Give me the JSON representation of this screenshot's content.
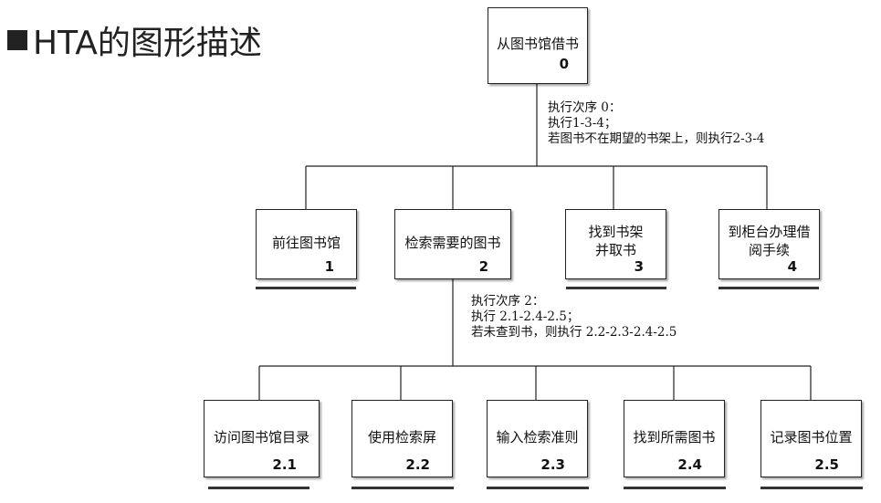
{
  "title": "HTA的图形描述",
  "root": {
    "label": "从图书馆借书",
    "number": "0"
  },
  "plan0": {
    "line1": "执行次序 0：",
    "line2": "执行1-3-4；",
    "line3": "若图书不在期望的书架上，则执行2-3-4"
  },
  "level1": [
    {
      "label": "前往图书馆",
      "number": "1"
    },
    {
      "label": "检索需要的图书",
      "number": "2"
    },
    {
      "label": "找到书架并取书",
      "number": "3"
    },
    {
      "label": "到柜台办理借阅手续",
      "number": "4"
    }
  ],
  "plan2": {
    "line1": "执行次序 2：",
    "line2": "执行 2.1-2.4-2.5；",
    "line3": "若未查到书，则执行 2.2-2.3-2.4-2.5"
  },
  "level2": [
    {
      "label": "访问图书馆目录",
      "number": "2.1"
    },
    {
      "label": "使用检索屏",
      "number": "2.2"
    },
    {
      "label": "输入检索准则",
      "number": "2.3"
    },
    {
      "label": "找到所需图书",
      "number": "2.4"
    },
    {
      "label": "记录图书位置",
      "number": "2.5"
    }
  ]
}
